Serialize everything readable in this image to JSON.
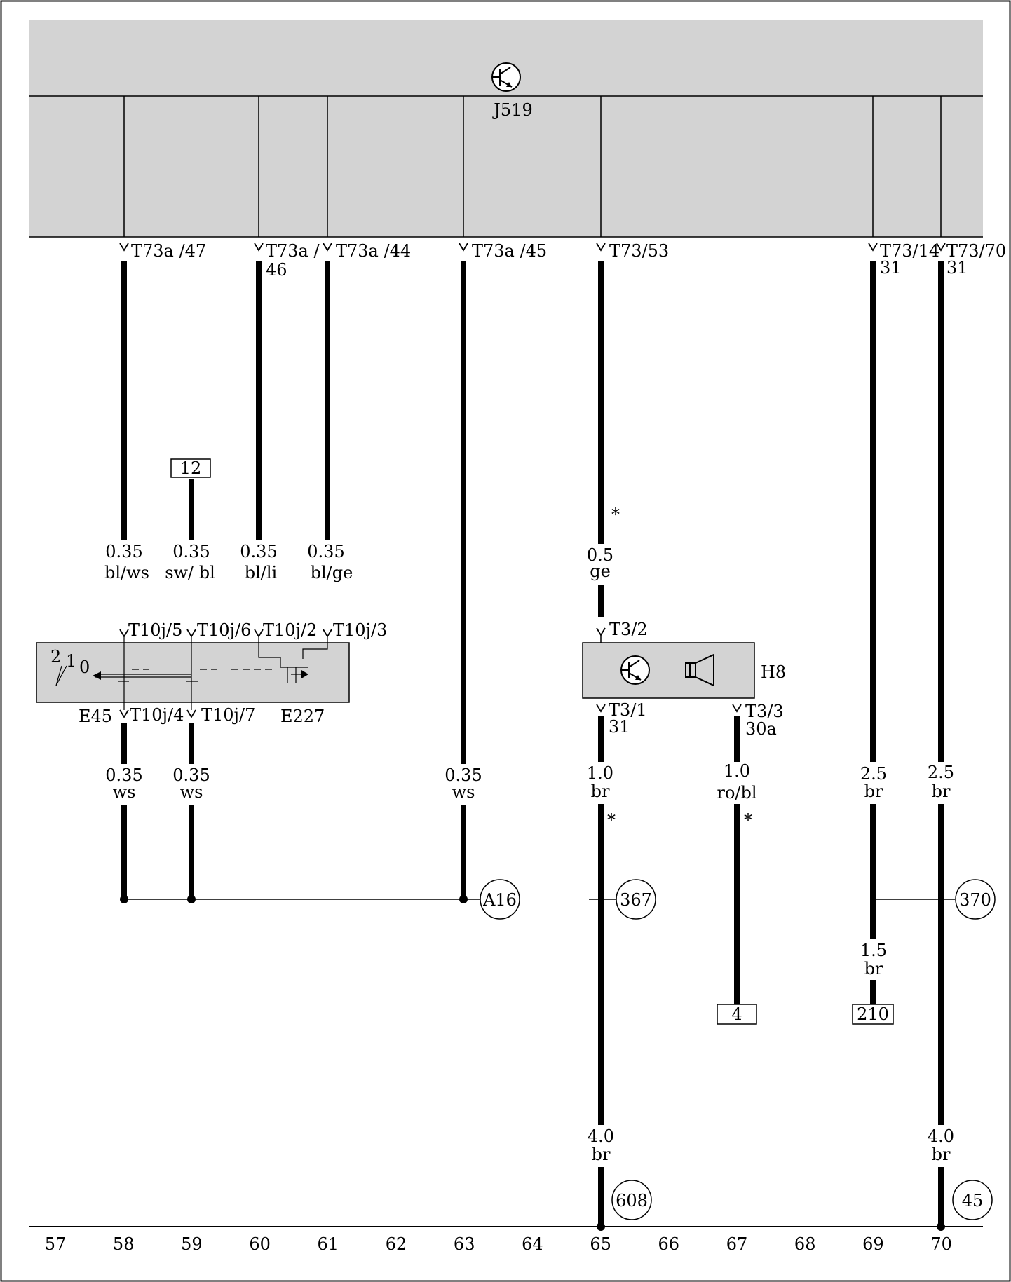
{
  "modules": {
    "j519": {
      "name": "J519"
    },
    "h8": {
      "name": "H8"
    },
    "switch": {
      "e45": "E45",
      "e227": "E227",
      "pos2": "2",
      "pos1": "1",
      "pos0": "0"
    }
  },
  "connectors": {
    "c47": "T73a /47",
    "c46a": "T73a /",
    "c46b": "46",
    "c44": "T73a /44",
    "c45": "T73a /45",
    "c53": "T73/53",
    "c14": "T73/14",
    "c14b": "31",
    "c70": "T73/70",
    "c70b": "31",
    "t10j5": "T10j/5",
    "t10j6": "T10j/6",
    "t10j2": "T10j/2",
    "t10j3": "T10j/3",
    "t10j4": "T10j/4",
    "t10j7": "T10j/7",
    "t32": "T3/2",
    "t31": "T3/1",
    "t31b": "31",
    "t33": "T3/3",
    "t33b": "30a"
  },
  "wires": {
    "w58a": {
      "size": "0.35",
      "color": "bl/ws"
    },
    "w59a": {
      "size": "0.35",
      "color": "sw/ bl"
    },
    "w60a": {
      "size": "0.35",
      "color": "bl/li"
    },
    "w61a": {
      "size": "0.35",
      "color": "bl/ge"
    },
    "w65a": {
      "size": "0.5",
      "color": "ge",
      "mark": "*"
    },
    "w58b": {
      "size": "0.35",
      "color": "ws"
    },
    "w59b": {
      "size": "0.35",
      "color": "ws"
    },
    "w63b": {
      "size": "0.35",
      "color": "ws"
    },
    "w65b": {
      "size": "1.0",
      "color": "br",
      "mark": "*"
    },
    "w67b": {
      "size": "1.0",
      "color": "ro/bl",
      "mark": "*"
    },
    "w69b": {
      "size": "2.5",
      "color": "br"
    },
    "w70b": {
      "size": "2.5",
      "color": "br"
    },
    "w69c": {
      "size": "1.5",
      "color": "br"
    },
    "w65c": {
      "size": "4.0",
      "color": "br"
    },
    "w70c": {
      "size": "4.0",
      "color": "br"
    }
  },
  "refs": {
    "box12": "12",
    "box4": "4",
    "box210": "210",
    "a16": "A16",
    "r367": "367",
    "r370": "370",
    "r608": "608",
    "r45": "45"
  },
  "ruler": [
    "57",
    "58",
    "59",
    "60",
    "61",
    "62",
    "63",
    "64",
    "65",
    "66",
    "67",
    "68",
    "69",
    "70"
  ]
}
